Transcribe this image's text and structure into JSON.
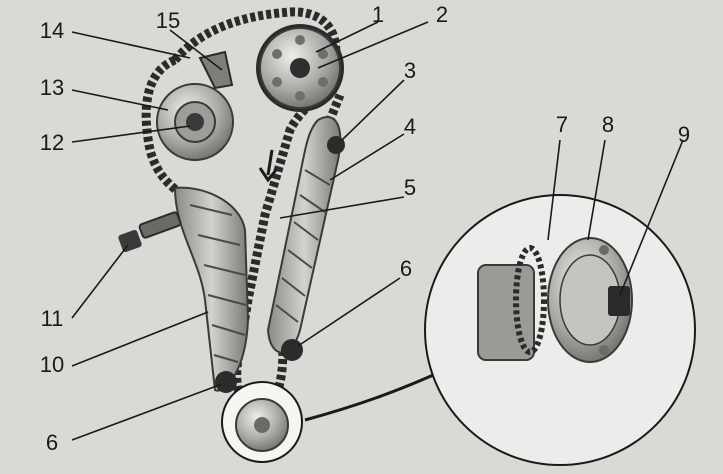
{
  "callouts": [
    {
      "id": "c1",
      "label": "1"
    },
    {
      "id": "c2",
      "label": "2"
    },
    {
      "id": "c3",
      "label": "3"
    },
    {
      "id": "c4",
      "label": "4"
    },
    {
      "id": "c5",
      "label": "5"
    },
    {
      "id": "c6a",
      "label": "6"
    },
    {
      "id": "c6b",
      "label": "6"
    },
    {
      "id": "c7",
      "label": "7"
    },
    {
      "id": "c8",
      "label": "8"
    },
    {
      "id": "c9",
      "label": "9"
    },
    {
      "id": "c10",
      "label": "10"
    },
    {
      "id": "c11",
      "label": "11"
    },
    {
      "id": "c12",
      "label": "12"
    },
    {
      "id": "c13",
      "label": "13"
    },
    {
      "id": "c14",
      "label": "14"
    },
    {
      "id": "c15",
      "label": "15"
    }
  ],
  "colors": {
    "background": "#d9d9d6",
    "metal_dark": "#3a3a3a",
    "metal_mid": "#8c8c8c",
    "metal_light": "#c8c8c4",
    "chain": "#2b2b2b",
    "line": "#1a1a1a"
  }
}
